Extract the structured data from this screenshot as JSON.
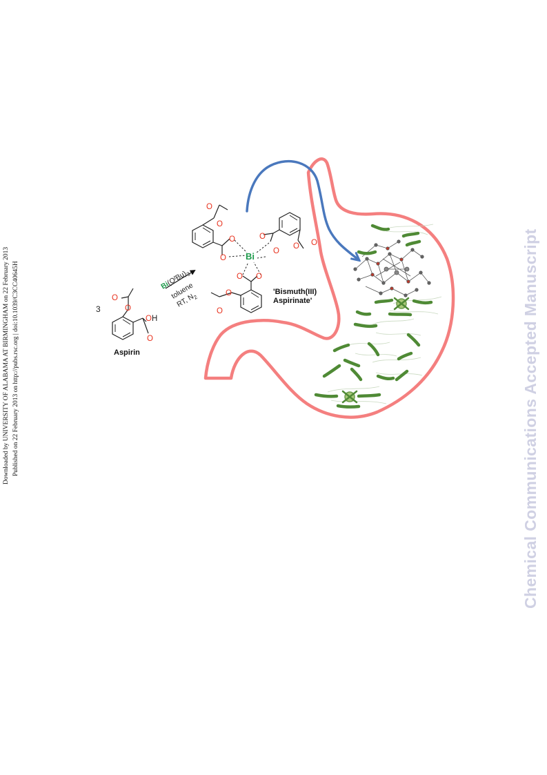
{
  "margin_notes": {
    "downloaded": "Downloaded by UNIVERSITY OF ALABAMA AT BIRMINGHAM on 22 February 2013",
    "published": "Published on 22 February 2013 on http://pubs.rsc.org | doi:10.1039/C3CC40645H"
  },
  "watermark": "Chemical Communications Accepted Manuscript",
  "scheme": {
    "stoichiometry": "3",
    "reactant_name": "Aspirin",
    "reactant_hydroxyl": "OH",
    "oxygen_symbol": "O",
    "reagent_metal": "Bi",
    "reagent_ligand": "(O",
    "reagent_ligand_italic": "t",
    "reagent_ligand_rest": "Bu)",
    "reagent_subscript": "3",
    "solvent": "toluene",
    "conditions": "RT, N",
    "conditions_subscript": "2",
    "metal_center": "Bi",
    "product_name_line1": "'Bismuth(III)",
    "product_name_line2": "Aspirinate'"
  },
  "colors": {
    "stomach": "#f47f7f",
    "arrow": "#4a78bd",
    "oxygen": "#e8321e",
    "bismuth": "#1e9a4c",
    "bacteria": "#3f7a2a",
    "watermark": "#cfd0e3"
  }
}
